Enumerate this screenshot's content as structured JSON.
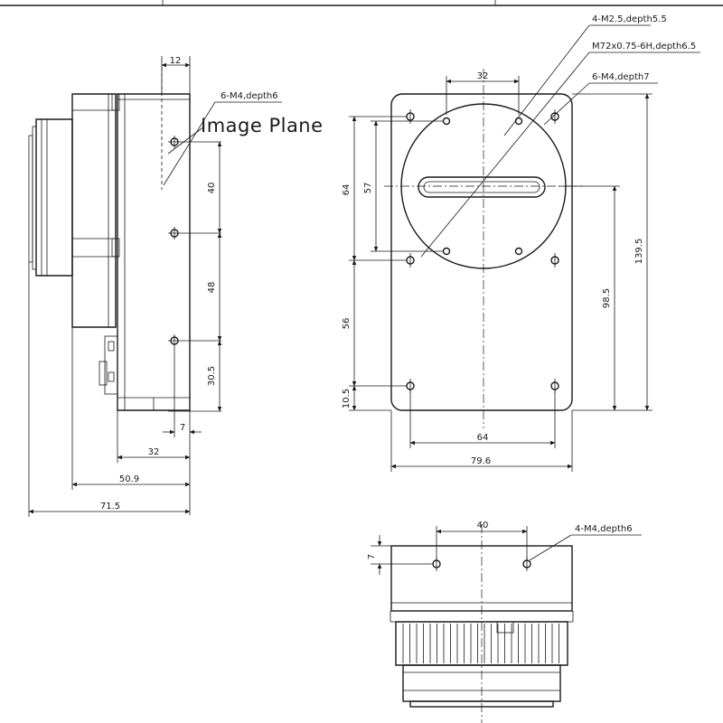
{
  "title_block": {},
  "labels": {
    "image_plane": "Image Plane",
    "side_holes": "6-M4,depth6",
    "front_m25": "4-M2.5,depth5.5",
    "front_thread": "M72x0.75-6H,depth6.5",
    "front_m4": "6-M4,depth7",
    "bottom_holes": "4-M4,depth6"
  },
  "dimensions": {
    "side_top": "12",
    "side_40": "40",
    "side_48": "48",
    "side_30_5": "30.5",
    "side_7": "7",
    "side_32": "32",
    "side_50_9": "50.9",
    "side_71_5": "71.5",
    "front_32": "32",
    "front_64_left": "64",
    "front_57": "57",
    "front_56": "56",
    "front_10_5": "10.5",
    "front_98_5": "98.5",
    "front_139_5": "139.5",
    "front_64_bottom": "64",
    "front_79_6": "79.6",
    "bottom_40": "40",
    "bottom_7": "7"
  },
  "colors": {
    "line": "#1a1a1a",
    "background": "#ffffff"
  }
}
